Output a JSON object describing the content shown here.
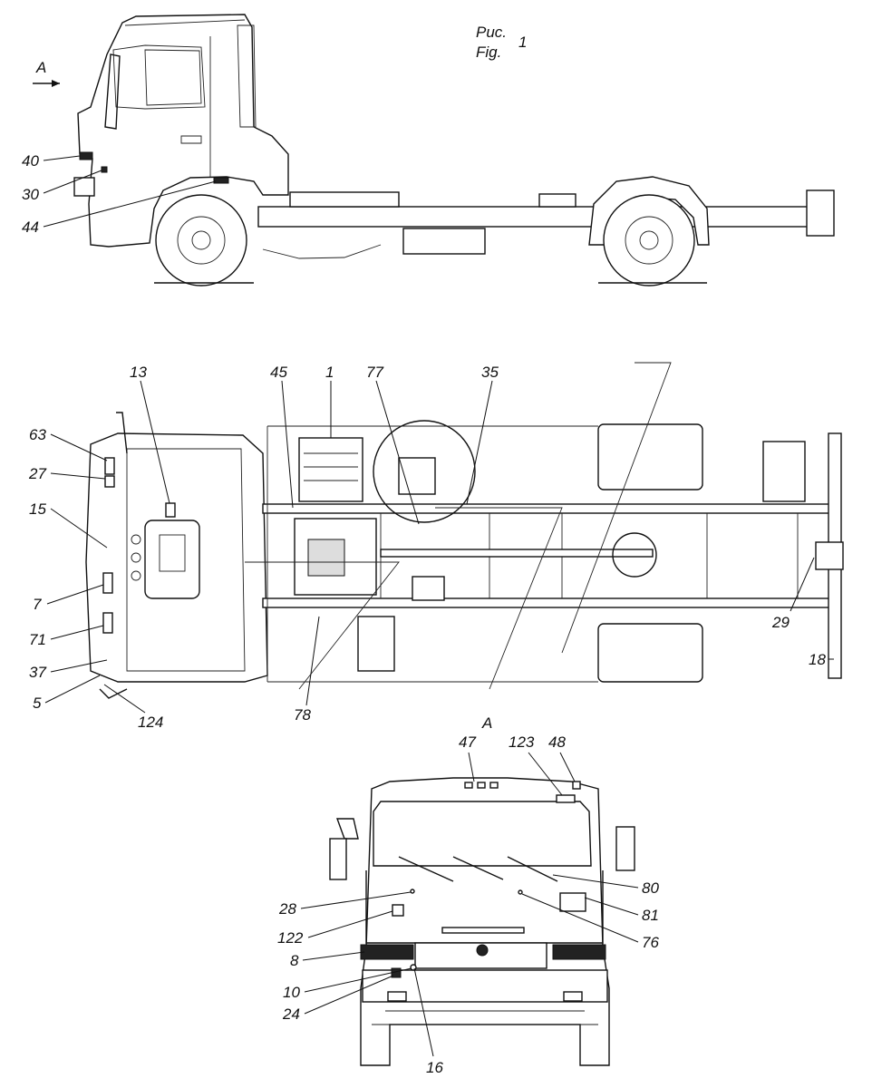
{
  "figure": {
    "title_ru": "Рис.",
    "title_en": "Fig.",
    "number": "1"
  },
  "view_marks": {
    "arrow_top": "A",
    "front_view": "A"
  },
  "side_view_labels": [
    "40",
    "30",
    "44"
  ],
  "top_view_labels": [
    "13",
    "45",
    "1",
    "77",
    "35",
    "63",
    "27",
    "15",
    "7",
    "71",
    "37",
    "5",
    "124",
    "78",
    "29",
    "18"
  ],
  "front_view_labels": [
    "47",
    "123",
    "48",
    "80",
    "81",
    "76",
    "28",
    "122",
    "8",
    "10",
    "24",
    "16"
  ]
}
